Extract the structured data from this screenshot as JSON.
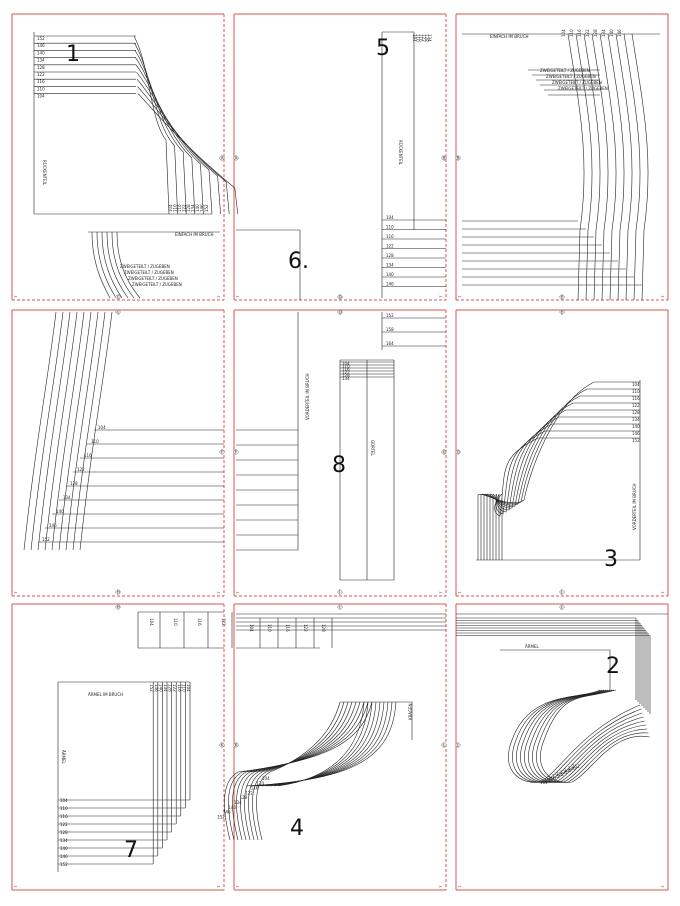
{
  "sheet": {
    "accent_color": "#d9534f",
    "line_color": "#222222",
    "pieces": [
      {
        "id": "1",
        "label": "1"
      },
      {
        "id": "2",
        "label": "2"
      },
      {
        "id": "3",
        "label": "3"
      },
      {
        "id": "4",
        "label": "4"
      },
      {
        "id": "5",
        "label": "5"
      },
      {
        "id": "6",
        "label": "6."
      },
      {
        "id": "7",
        "label": "7"
      },
      {
        "id": "8",
        "label": "8"
      }
    ],
    "markers": [
      "A",
      "B",
      "C",
      "D",
      "E",
      "F",
      "G",
      "H",
      "I",
      "J",
      "K",
      "L"
    ],
    "size_labels": [
      "104",
      "110",
      "116",
      "122",
      "128",
      "134",
      "140",
      "146",
      "152",
      "158",
      "164"
    ],
    "tiny_labels": {
      "p1_vert": "RÜCKENTEIL",
      "p5_top": "EINFACH IM BRUCH",
      "p5_vert": "RÜCKENTEIL",
      "p6_note": "EINFACH IM BRUCH",
      "p3_top": "EINFACH IM BRUCH",
      "p3_vert": "VORDERTEIL IM BRUCH",
      "zug": "ZWEIGETEILT / ZUGEBEN",
      "p8": "GÜRTEL",
      "p7_top": "ÄRMEL IM BRUCH",
      "p7_vert": "ÄRMEL",
      "p2": "ÄRMEL",
      "p4": "KRAGEN"
    }
  }
}
